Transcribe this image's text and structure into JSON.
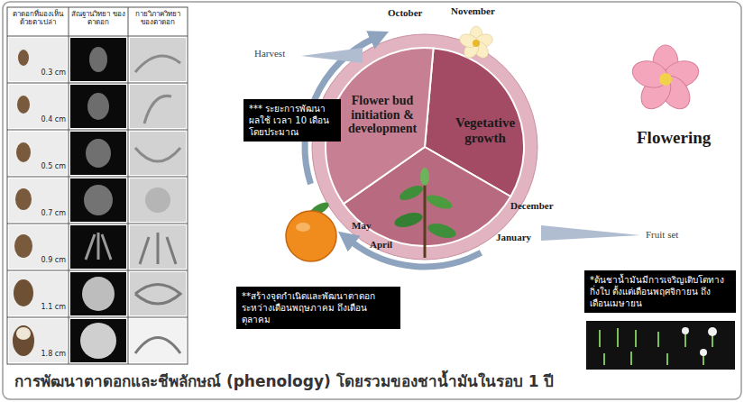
{
  "diagram": {
    "caption": "การพัฒนาตาดอกและชีพลักษณ์ (phenology) โดยรวมของชาน้ำมันในรอบ 1 ปี",
    "nodes": [
      {
        "text": [
          "Flower bud initiation & development"
        ]
      },
      {
        "text": [
          "Vegetative growth"
        ]
      },
      {
        "text": [
          "*** ระยะการพัฒนาผลใช้ เวลา 10 เดือนโดยประมาณ"
        ]
      },
      {
        "text": [
          "**สร้างจุดกำเนิดและพัฒนาตาดอก ระหว่างเดือนพฤษภาคม ถึงเดือนตุลาคม"
        ]
      },
      {
        "text": [
          "*ต้นชาน้ำมันมีการเจริญเติบโตทางกิ่งใบ ตั้งแต่เดือนพฤศจิกายน ถึงเดือนเมษายน"
        ]
      }
    ],
    "labels": [
      "ตาดอกที่มองเห็น ด้วยตาเปล่า",
      "สัณฐานวิทยา ของตาดอก",
      "กายวิภาควิทยา ของตาดอก",
      "0.3 cm",
      "0.4 cm",
      "0.5 cm",
      "0.7 cm",
      "0.9 cm",
      "1.1 cm",
      "1.8 cm",
      "October",
      "November",
      "December",
      "January",
      "April",
      "May",
      "Harvest",
      "Fruit set",
      "Flowering"
    ]
  }
}
